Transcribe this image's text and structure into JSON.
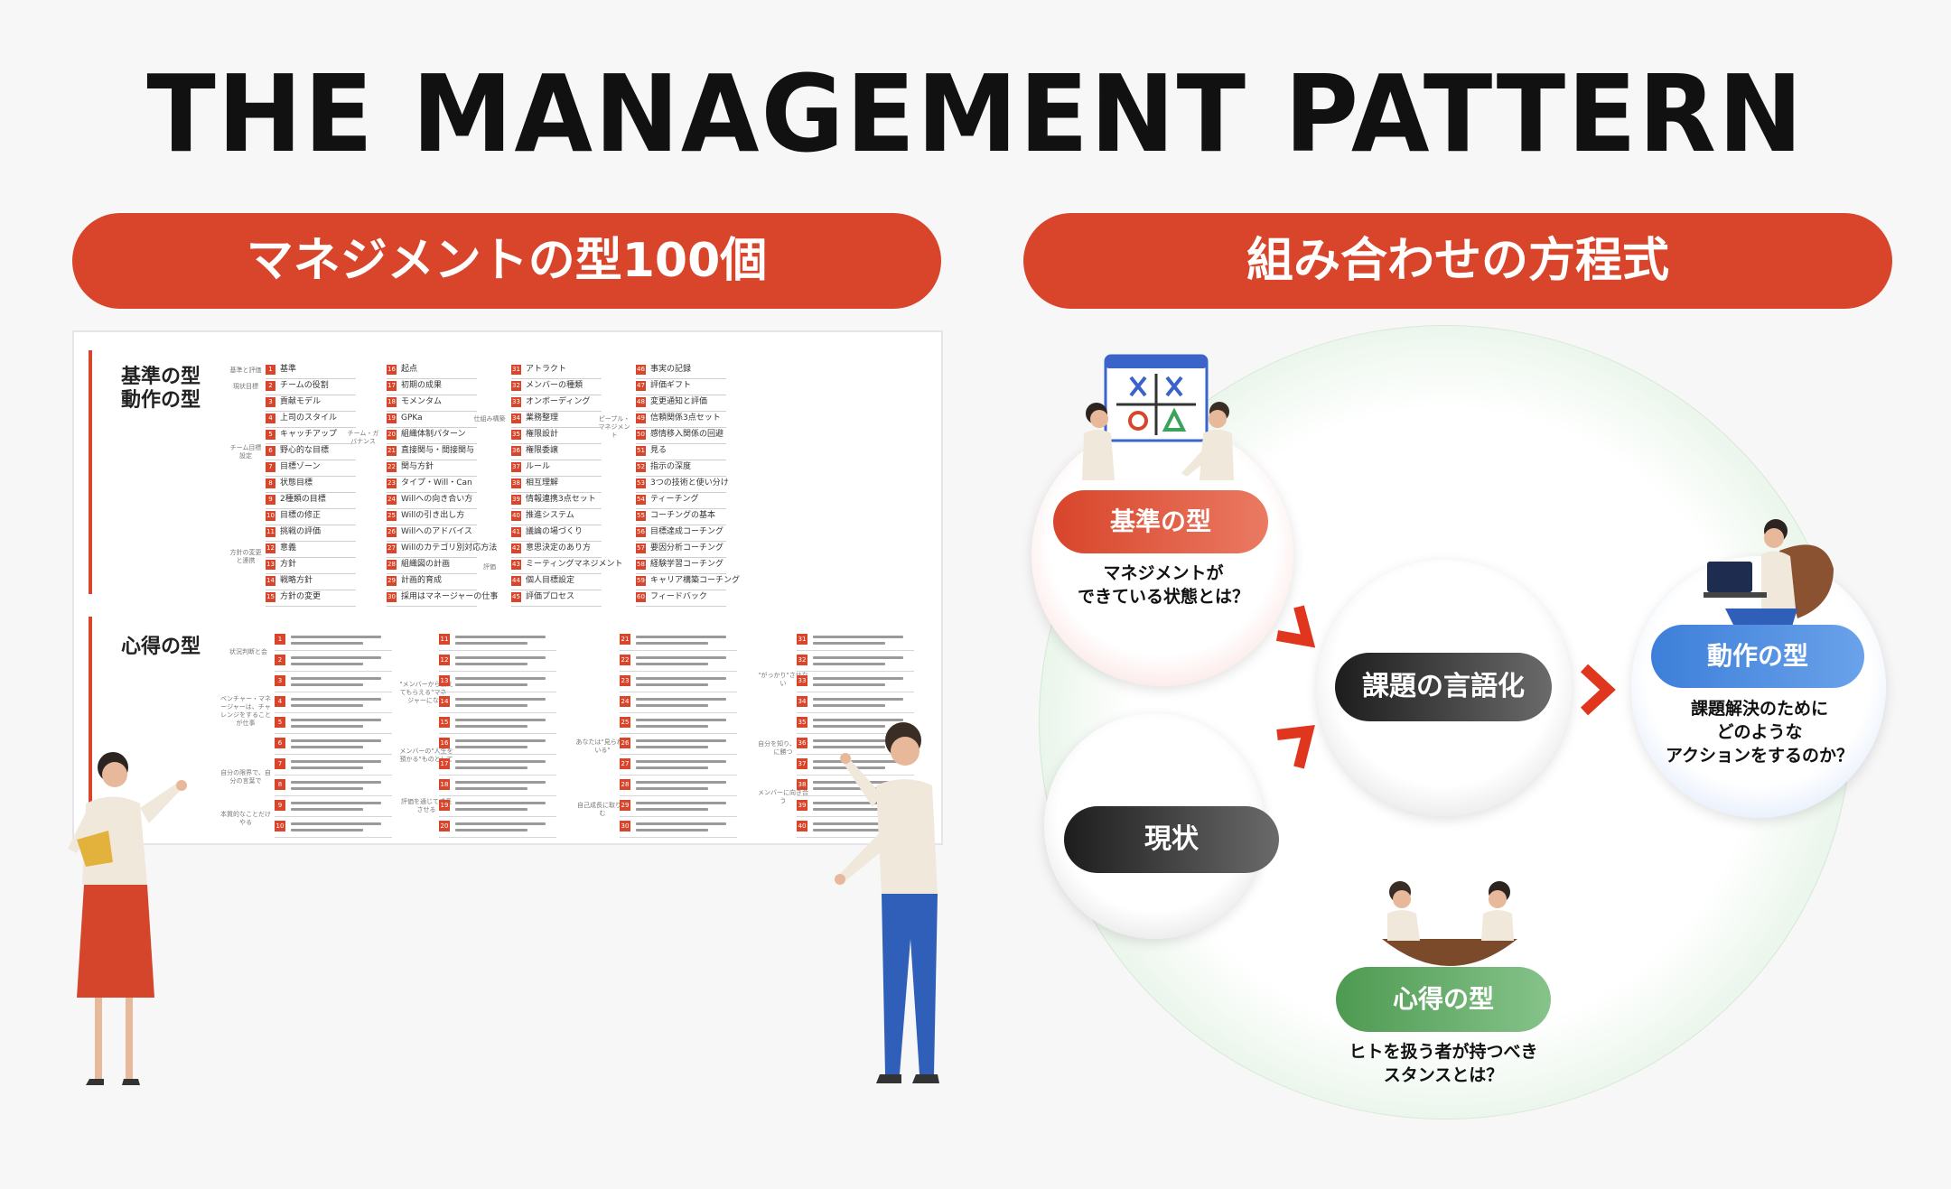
{
  "title": "THE MANAGEMENT PATTERN",
  "left_heading": "マネジメントの型100個",
  "right_heading": "組み合わせの方程式",
  "board": {
    "label_top_1": "基準の型",
    "label_top_2": "動作の型",
    "label_bottom": "心得の型",
    "columns": [
      [
        {
          "n": "1",
          "t": "基準"
        },
        {
          "n": "2",
          "t": "チームの役割"
        },
        {
          "n": "3",
          "t": "貢献モデル"
        },
        {
          "n": "4",
          "t": "上司のスタイル"
        },
        {
          "n": "5",
          "t": "キャッチアップ"
        },
        {
          "n": "6",
          "t": "野心的な目標"
        },
        {
          "n": "7",
          "t": "目標ゾーン"
        },
        {
          "n": "8",
          "t": "状態目標"
        },
        {
          "n": "9",
          "t": "2種類の目標"
        },
        {
          "n": "10",
          "t": "目標の修正"
        },
        {
          "n": "11",
          "t": "挑戦の評価"
        },
        {
          "n": "12",
          "t": "意義"
        },
        {
          "n": "13",
          "t": "方針"
        },
        {
          "n": "14",
          "t": "戦略方針"
        },
        {
          "n": "15",
          "t": "方針の変更"
        }
      ],
      [
        {
          "n": "16",
          "t": "起点"
        },
        {
          "n": "17",
          "t": "初期の成果"
        },
        {
          "n": "18",
          "t": "モメンタム"
        },
        {
          "n": "19",
          "t": "GPKa"
        },
        {
          "n": "20",
          "t": "組織体制パターン"
        },
        {
          "n": "21",
          "t": "直接関与・間接関与"
        },
        {
          "n": "22",
          "t": "関与方針"
        },
        {
          "n": "23",
          "t": "タイプ・Will・Can"
        },
        {
          "n": "24",
          "t": "Willへの向き合い方"
        },
        {
          "n": "25",
          "t": "Willの引き出し方"
        },
        {
          "n": "26",
          "t": "Willへのアドバイス"
        },
        {
          "n": "27",
          "t": "Willのカテゴリ別対応方法"
        },
        {
          "n": "28",
          "t": "組織図の計画"
        },
        {
          "n": "29",
          "t": "計画的育成"
        },
        {
          "n": "30",
          "t": "採用はマネージャーの仕事"
        }
      ],
      [
        {
          "n": "31",
          "t": "アトラクト"
        },
        {
          "n": "32",
          "t": "メンバーの種類"
        },
        {
          "n": "33",
          "t": "オンボーディング"
        },
        {
          "n": "34",
          "t": "業務整理"
        },
        {
          "n": "35",
          "t": "権限設計"
        },
        {
          "n": "36",
          "t": "権限委譲"
        },
        {
          "n": "37",
          "t": "ルール"
        },
        {
          "n": "38",
          "t": "相互理解"
        },
        {
          "n": "39",
          "t": "情報連携3点セット"
        },
        {
          "n": "40",
          "t": "推進システム"
        },
        {
          "n": "41",
          "t": "議論の場づくり"
        },
        {
          "n": "42",
          "t": "意思決定のあり方"
        },
        {
          "n": "43",
          "t": "ミーティングマネジメント"
        },
        {
          "n": "44",
          "t": "個人目標設定"
        },
        {
          "n": "45",
          "t": "評価プロセス"
        }
      ],
      [
        {
          "n": "46",
          "t": "事実の記録"
        },
        {
          "n": "47",
          "t": "評価ギフト"
        },
        {
          "n": "48",
          "t": "変更通知と評価"
        },
        {
          "n": "49",
          "t": "信頼関係3点セット"
        },
        {
          "n": "50",
          "t": "感情移入関係の回避"
        },
        {
          "n": "51",
          "t": "見る"
        },
        {
          "n": "52",
          "t": "指示の深度"
        },
        {
          "n": "53",
          "t": "3つの技術と使い分け"
        },
        {
          "n": "54",
          "t": "ティーチング"
        },
        {
          "n": "55",
          "t": "コーチングの基本"
        },
        {
          "n": "56",
          "t": "目標達成コーチング"
        },
        {
          "n": "57",
          "t": "要因分析コーチング"
        },
        {
          "n": "58",
          "t": "経験学習コーチング"
        },
        {
          "n": "59",
          "t": "キャリア構築コーチング"
        },
        {
          "n": "60",
          "t": "フィードバック"
        }
      ]
    ],
    "sub_labels": {
      "a1": "基準と評価",
      "a2": "現状目標",
      "a3": "チーム目標設定",
      "a4": "方針の変更と連携",
      "b1": "チーム・ガバナンス",
      "c1": "仕組み構築",
      "c2": "評価",
      "d1": "ピープル・マネジメント",
      "e1": "状況判断と会",
      "e2": "ベンチャー・マネージャーは、チャレンジをすることが仕事",
      "e3": "自分の限界で、自分の言葉で",
      "e4": "本質的なことだけやる",
      "f1": "\"メンバーから教えてもらえる\"マネージャーになる",
      "f2": "メンバーの\"人生を預かる\"ものとして",
      "f3": "評価を通じて成長させる",
      "g1": "あなたは\"見られている\"",
      "g2": "自己成長に取り組む",
      "h1": "\"がっかり\"させない",
      "h2": "自分を知り、自分に勝つ",
      "h3": "メンバーに向き合う"
    },
    "bottom_numbers": [
      [
        "1",
        "2",
        "3",
        "4",
        "5",
        "6",
        "7",
        "8",
        "9",
        "10"
      ],
      [
        "11",
        "12",
        "13",
        "14",
        "15",
        "16",
        "17",
        "18",
        "19",
        "20"
      ],
      [
        "21",
        "22",
        "23",
        "24",
        "25",
        "26",
        "27",
        "28",
        "29",
        "30"
      ],
      [
        "31",
        "32",
        "33",
        "34",
        "35",
        "36",
        "37",
        "38",
        "39",
        "40"
      ]
    ]
  },
  "diagram": {
    "standard": {
      "label": "基準の型",
      "desc1": "マネジメントが",
      "desc2": "できている状態とは？"
    },
    "action": {
      "label": "動作の型",
      "desc1": "課題解決のために",
      "desc2": "どのような",
      "desc3": "アクションをするのか？"
    },
    "verbalize": {
      "label": "課題の言語化"
    },
    "current": {
      "label": "現状"
    },
    "mindset": {
      "label": "心得の型",
      "desc1": "ヒトを扱う者が持つべき",
      "desc2": "スタンスとは？"
    }
  },
  "colors": {
    "accent": "#d8452b",
    "green": "#5aa55e",
    "blue": "#3d7fd9",
    "dark": "#2a2a2a"
  },
  "icons": [
    "tic-tac-toe-board-icon",
    "person-illustration",
    "laptop-person-illustration",
    "arrow-chevron-icon"
  ]
}
